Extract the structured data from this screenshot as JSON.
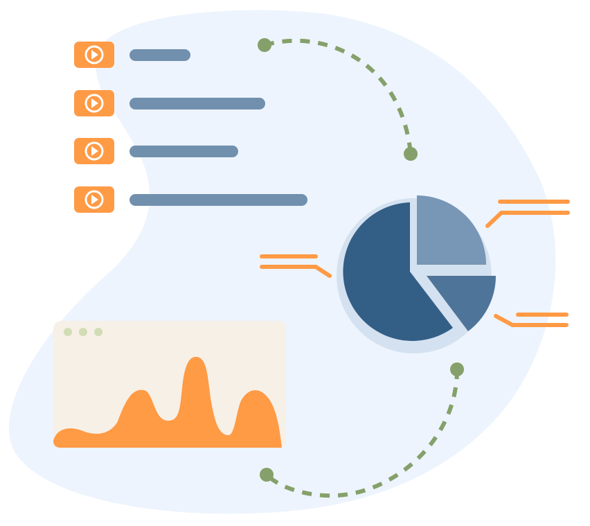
{
  "colors": {
    "blob": "#edf4fd",
    "accent_orange": "#ff9a45",
    "text_line": "#7190ae",
    "dot_green": "#85a06a",
    "pie_dark": "#335e86",
    "pie_mid": "#4f7499",
    "pie_light": "#7896b5",
    "pie_shadow": "#d4e1f0",
    "window_bg": "#f7f0e7",
    "window_dot": "#d2dcb5"
  },
  "icons": {
    "list_item": "play-button-icon",
    "window_controls": "window-dots-icon"
  },
  "list": {
    "items": [
      {
        "icon": "play-button-icon"
      },
      {
        "icon": "play-button-icon"
      },
      {
        "icon": "play-button-icon"
      },
      {
        "icon": "play-button-icon"
      }
    ]
  },
  "pie": {
    "segments": [
      {
        "share": 0.64,
        "color": "#335e86"
      },
      {
        "share": 0.25,
        "color": "#7896b5"
      },
      {
        "share": 0.11,
        "color": "#4f7499"
      }
    ]
  }
}
